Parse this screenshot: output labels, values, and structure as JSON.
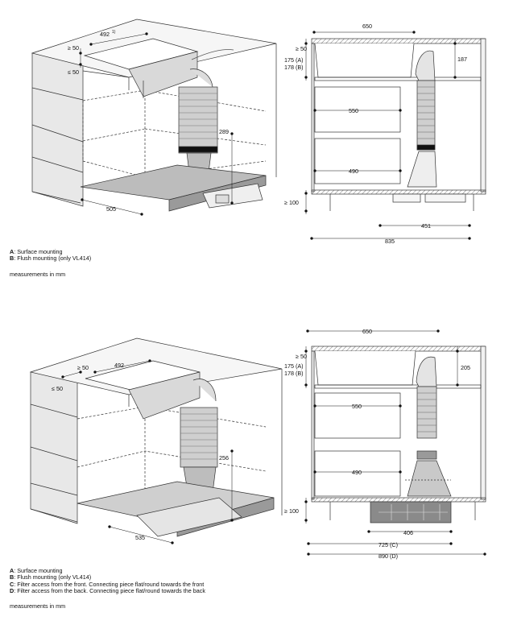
{
  "diagram1": {
    "iso": {
      "d_top": "492",
      "d_top_sup": "1)",
      "d_ge50": "≥ 50",
      "d_le50": "≤ 50",
      "d_289": "289",
      "d_505": "505"
    },
    "side": {
      "d_650": "650",
      "d_ge50": "≥ 50",
      "d_175": "175 (A)",
      "d_178": "178 (B)",
      "d_187": "187",
      "d_550": "550",
      "d_490": "490",
      "d_ge100": "≥ 100",
      "d_451": "451",
      "d_835": "835"
    },
    "legend": [
      {
        "key": "A",
        "text": ": Surface mounting"
      },
      {
        "key": "B",
        "text": ": Flush mounting (only VL414)"
      }
    ],
    "units": "measurements in mm"
  },
  "diagram2": {
    "iso": {
      "d_top": "492",
      "d_ge50": "≥ 50",
      "d_le50": "≤ 50",
      "d_256": "256",
      "d_535": "535"
    },
    "side": {
      "d_650": "650",
      "d_ge50": "≥ 50",
      "d_175": "175 (A)",
      "d_178": "178 (B)",
      "d_205": "205",
      "d_550": "550",
      "d_490": "490",
      "d_ge100": "≥ 100",
      "d_406": "406",
      "d_725": "725 (C)",
      "d_890": "890 (D)"
    },
    "legend": [
      {
        "key": "A",
        "text": ": Surface mounting"
      },
      {
        "key": "B",
        "text": ": Flush mounting (only VL414)"
      },
      {
        "key": "C",
        "text": ": Filter access from the front. Connecting piece flat/round towards the front"
      },
      {
        "key": "D",
        "text": ": Filter access from the back. Connecting piece flat/round towards the back"
      }
    ],
    "units": "measurements in mm"
  }
}
